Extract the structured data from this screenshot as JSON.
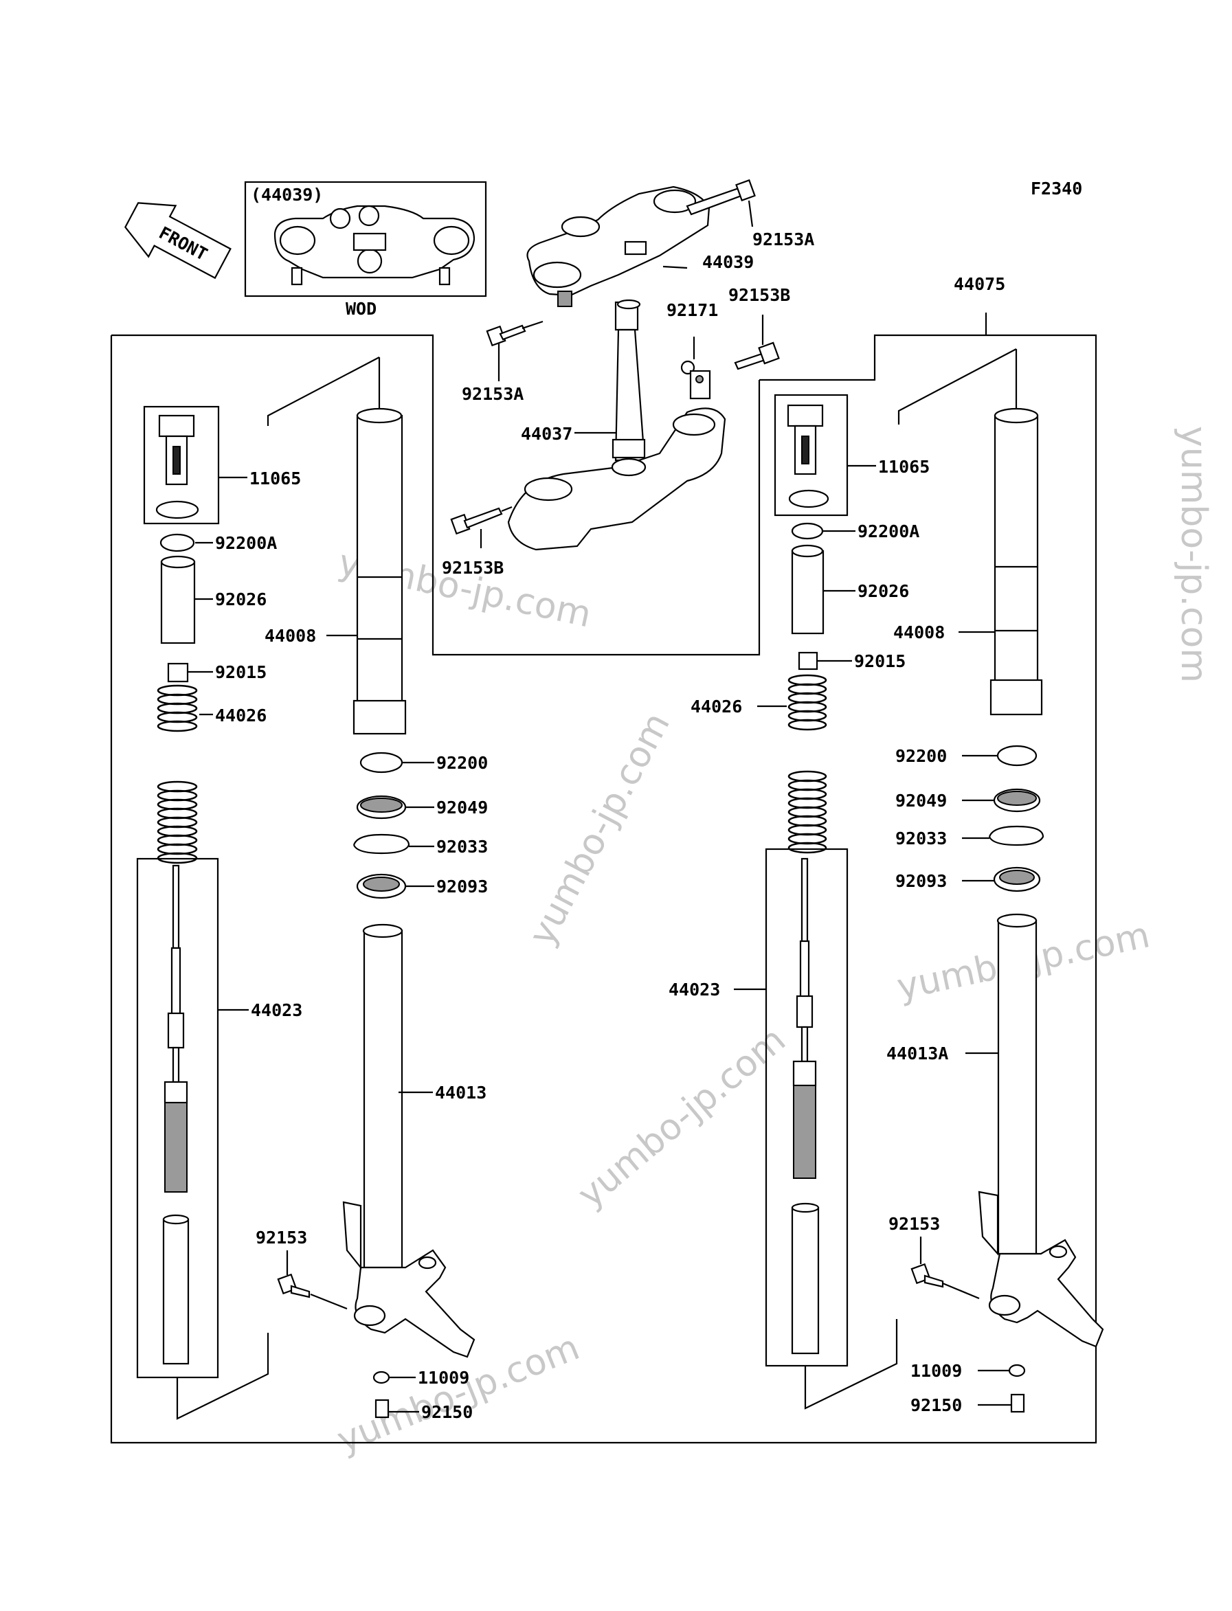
{
  "code": "F2340",
  "front_label": "FRONT",
  "variant": {
    "label_top": "(44039)",
    "label_bottom": "WOD"
  },
  "watermark": "yumbo-jp.com",
  "parts": {
    "p92153A_top": "92153A",
    "p44039": "44039",
    "p92171": "92171",
    "p92153B_top": "92153B",
    "p44075": "44075",
    "p92153A_left": "92153A",
    "p44037": "44037",
    "p92153B_left": "92153B",
    "L_11065": "11065",
    "L_92200A": "92200A",
    "L_92026": "92026",
    "L_44008": "44008",
    "L_92015": "92015",
    "L_44026": "44026",
    "L_92200": "92200",
    "L_92049": "92049",
    "L_92033": "92033",
    "L_92093": "92093",
    "L_44023": "44023",
    "L_44013": "44013",
    "L_92153": "92153",
    "L_11009": "11009",
    "L_92150": "92150",
    "R_11065": "11065",
    "R_92200A": "92200A",
    "R_92026": "92026",
    "R_44008": "44008",
    "R_92015": "92015",
    "R_44026": "44026",
    "R_92200": "92200",
    "R_92049": "92049",
    "R_92033": "92033",
    "R_92093": "92093",
    "R_44023": "44023",
    "R_44013A": "44013A",
    "R_92153": "92153",
    "R_11009": "11009",
    "R_92150": "92150"
  }
}
